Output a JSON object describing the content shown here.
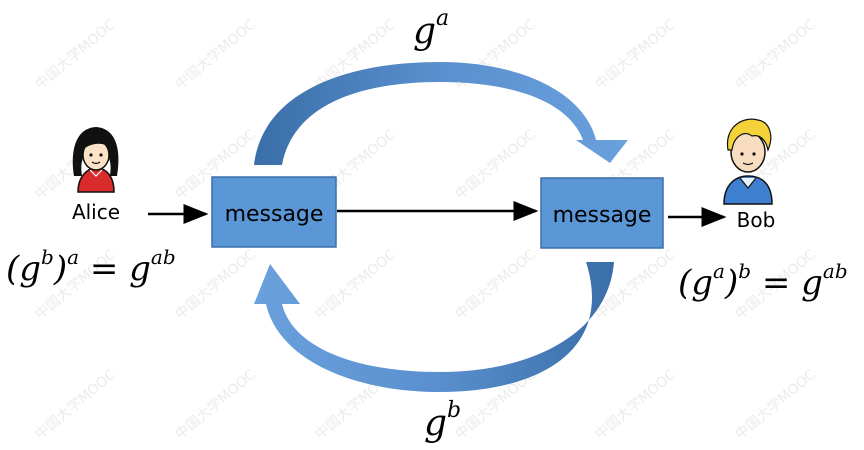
{
  "watermark": "中国大学MOOC",
  "colors": {
    "box_fill": "#5b96d6",
    "box_stroke": "#3d6fa8",
    "arrow_fill": "#5a90cf",
    "arrow_dark": "#3a6ea8",
    "line": "#000000"
  },
  "boxes": {
    "left_label": "message",
    "right_label": "message"
  },
  "people": {
    "alice": {
      "name": "Alice",
      "icon": "female-user-icon"
    },
    "bob": {
      "name": "Bob",
      "icon": "male-user-icon"
    }
  },
  "labels": {
    "top": {
      "base": "g",
      "exp": "a"
    },
    "bottom": {
      "base": "g",
      "exp": "b"
    }
  },
  "equations": {
    "alice": {
      "open": "(g",
      "inner_exp": "b",
      "close": ")",
      "outer_exp": "a",
      "eq": " = g",
      "result_exp": "ab"
    },
    "bob": {
      "open": "(g",
      "inner_exp": "a",
      "close": ")",
      "outer_exp": "b",
      "eq": " = g",
      "result_exp": "ab"
    }
  }
}
